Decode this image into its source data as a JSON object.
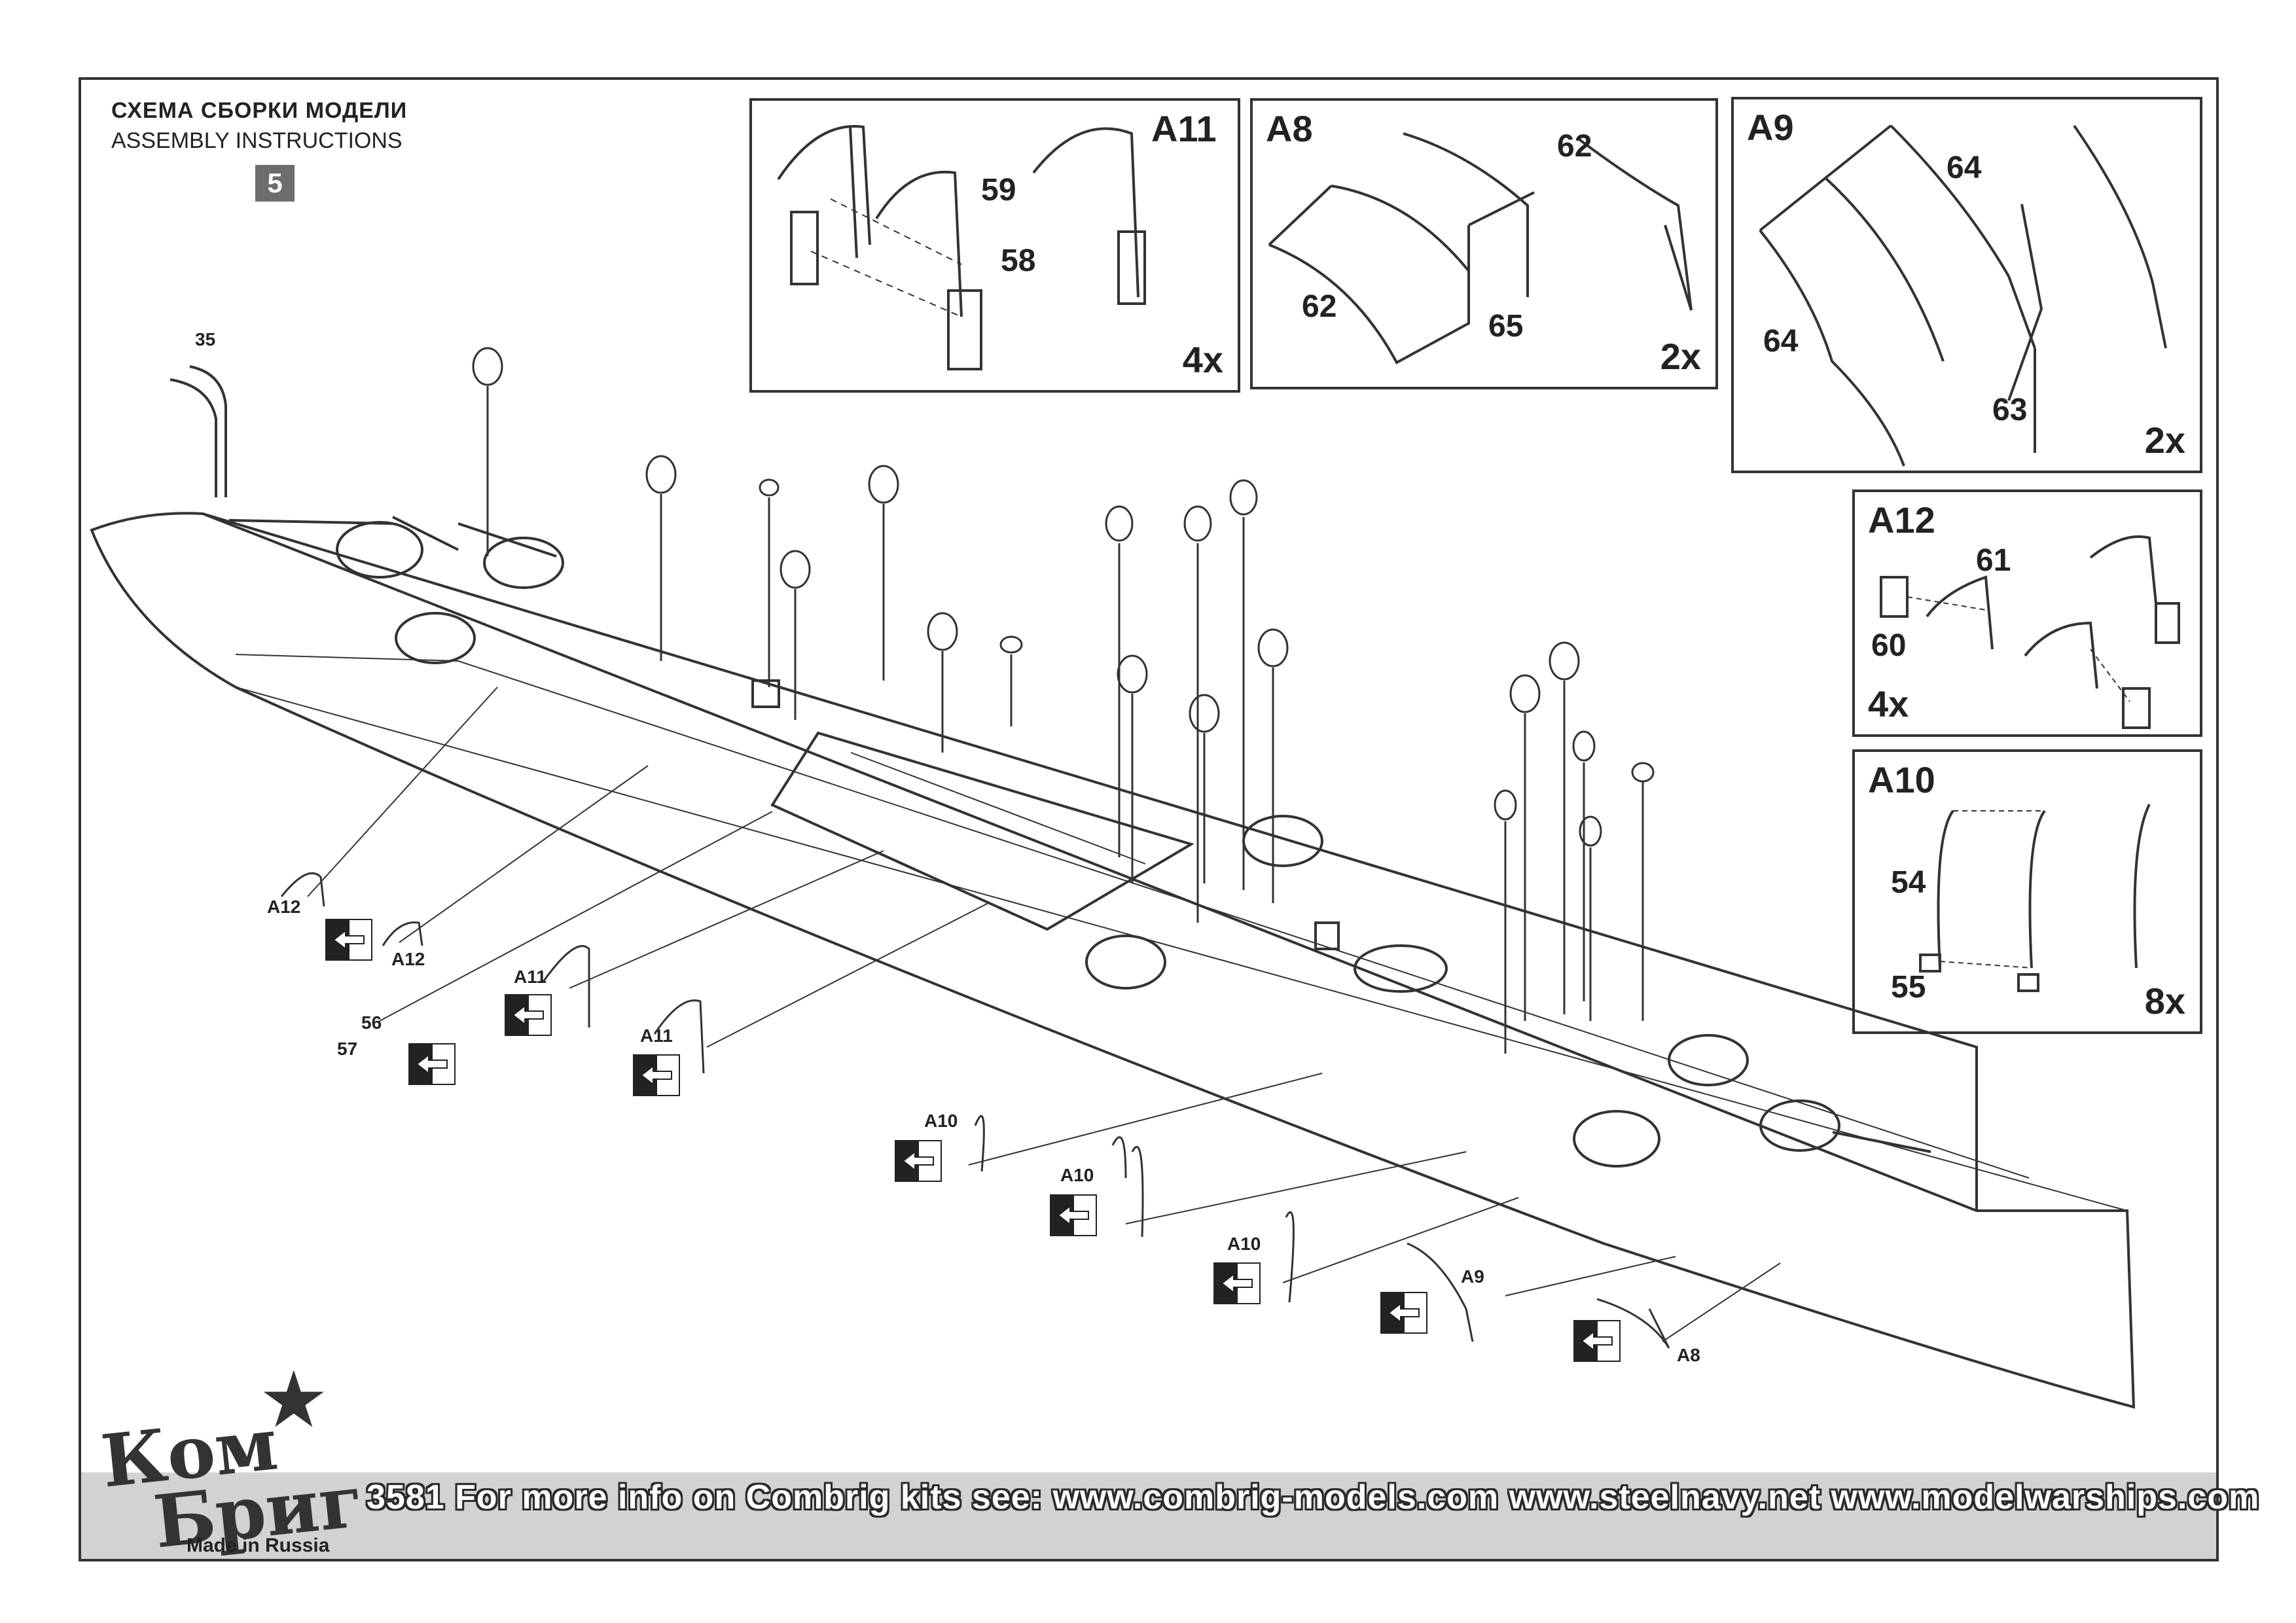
{
  "header": {
    "title_ru": "СХЕМА СБОРКИ МОДЕЛИ",
    "title_en": "ASSEMBLY INSTRUCTIONS",
    "step": "5"
  },
  "insets": [
    {
      "code": "A11",
      "qty": "4x",
      "parts": [
        "59",
        "58"
      ]
    },
    {
      "code": "A8",
      "qty": "2x",
      "parts": [
        "62",
        "62",
        "65"
      ]
    },
    {
      "code": "A9",
      "qty": "2x",
      "parts": [
        "64",
        "64",
        "63"
      ]
    },
    {
      "code": "A12",
      "qty": "4x",
      "parts": [
        "61",
        "60"
      ]
    },
    {
      "code": "A10",
      "qty": "8x",
      "parts": [
        "54",
        "55"
      ]
    }
  ],
  "callouts": {
    "part_35": "35",
    "a12_1": "A12",
    "a12_2": "A12",
    "part_56": "56",
    "part_57": "57",
    "a11_1": "A11",
    "a11_2": "A11",
    "a10_1": "A10",
    "a10_2": "A10",
    "a10_3": "A10",
    "a9": "A9",
    "a8": "A8"
  },
  "logo": {
    "line1": "Ком",
    "line2": "Бриг",
    "made_in": "Made in Russia"
  },
  "footer": {
    "text": "3581  For more info on Combrig kits see:    www.combrig-models.com   www.steelnavy.net   www.modelwarships.com"
  },
  "icons": [
    "star-logo-icon",
    "direction-arrow-icon"
  ]
}
